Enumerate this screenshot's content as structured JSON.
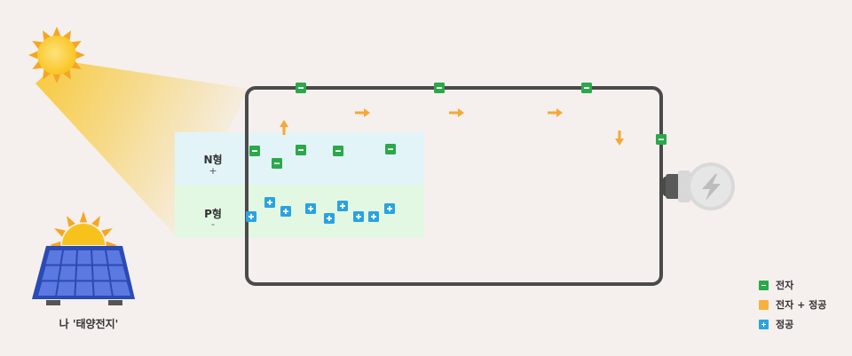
{
  "diagram": {
    "n_region": {
      "label": "N형",
      "sign": "+"
    },
    "p_region": {
      "label": "P형",
      "sign": "-"
    },
    "solar_panel_caption": "나 '태양전지'"
  },
  "legend": [
    {
      "key": "electron",
      "label": "전자"
    },
    {
      "key": "both",
      "label": "전자 + 정공"
    },
    {
      "key": "hole",
      "label": "정공"
    }
  ],
  "colors": {
    "background": "#f5f0ed",
    "electron": "#2aa84a",
    "hole": "#2aa3e0",
    "arrow": "#f6a836",
    "wire": "#4a4a4a",
    "n_region": "#e3f4f8",
    "p_region": "#e3f8e3",
    "sun": "#f8c21c",
    "panel": "#3e5bc8"
  },
  "icons": [
    "sun-icon",
    "solar-panel-icon",
    "light-bulb-icon",
    "bolt-icon"
  ]
}
